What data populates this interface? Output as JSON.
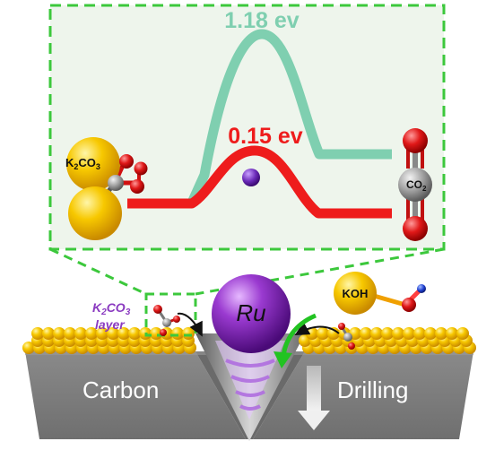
{
  "panel": {
    "high_barrier_label": "1.18 ev",
    "low_barrier_label": "0.15 ev",
    "reactant_label_parts": [
      "K",
      "2",
      "CO",
      "3"
    ],
    "product_label_parts": [
      "CO",
      "2"
    ]
  },
  "surface": {
    "catalyst_label": "Ru",
    "layer_label_line1_parts": [
      "K",
      "2",
      "CO",
      "3"
    ],
    "layer_label_line2": "layer",
    "koh_label": "KOH",
    "substrate_label": "Carbon",
    "process_label": "Drilling"
  },
  "colors": {
    "high_curve": "#7fcfb0",
    "low_curve": "#ee1c1c",
    "frame_dash": "#3cc83c",
    "panel_fill": "#eef5ec",
    "gold": "#f5c400",
    "ru_purple": "#8a2fc0",
    "carbon_gray": "#7f7f7f"
  }
}
